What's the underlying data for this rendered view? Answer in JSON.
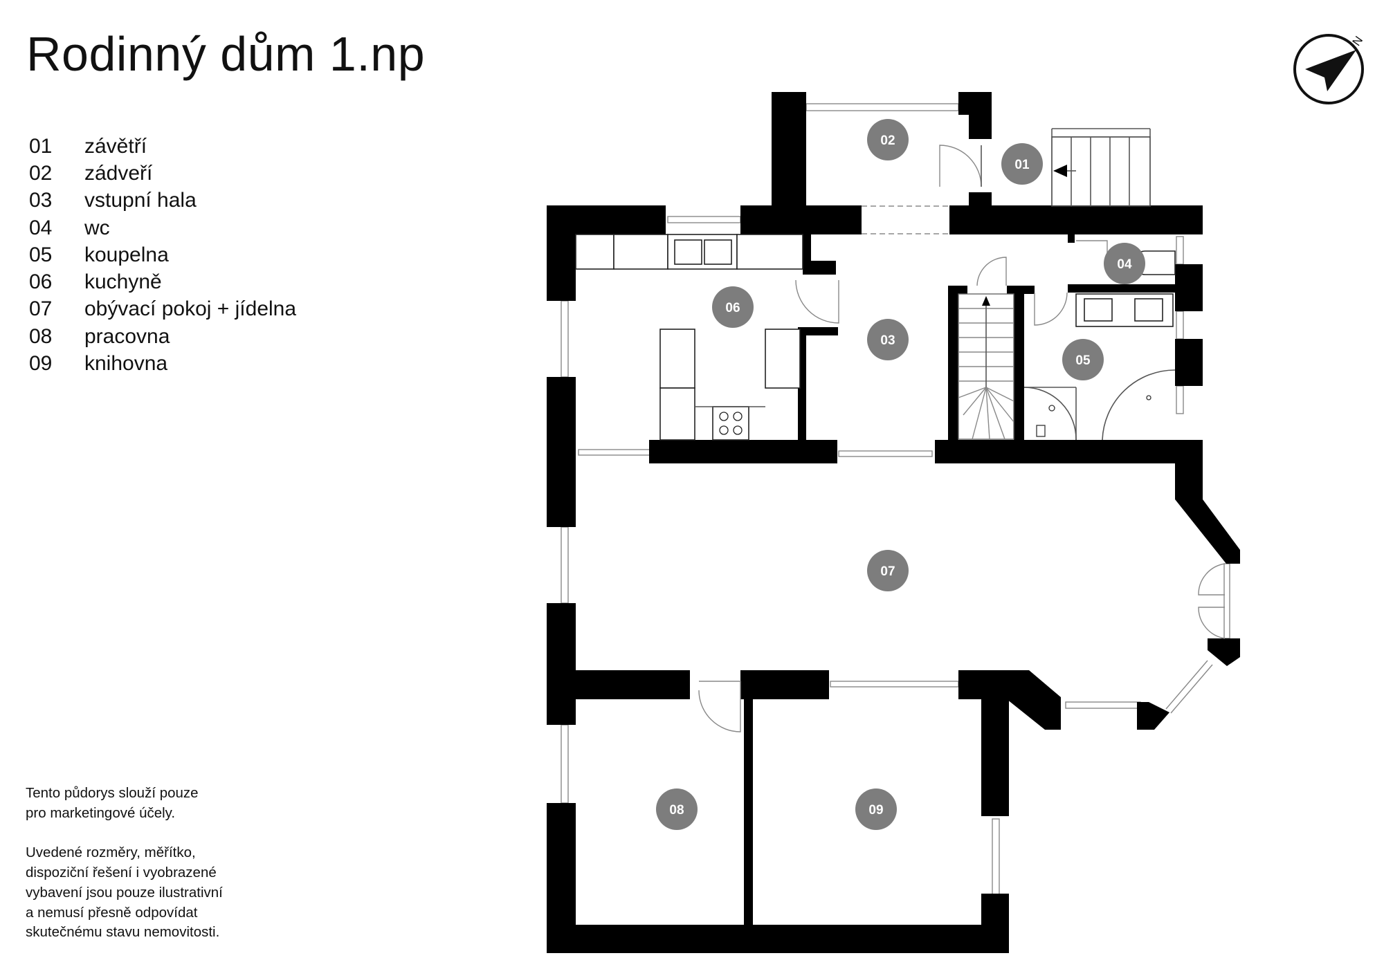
{
  "title": "Rodinný dům 1.np",
  "legend": [
    {
      "num": "01",
      "label": "závětří"
    },
    {
      "num": "02",
      "label": "zádveří"
    },
    {
      "num": "03",
      "label": "vstupní hala"
    },
    {
      "num": "04",
      "label": "wc"
    },
    {
      "num": "05",
      "label": "koupelna"
    },
    {
      "num": "06",
      "label": "kuchyně"
    },
    {
      "num": "07",
      "label": "obývací pokoj + jídelna"
    },
    {
      "num": "08",
      "label": "pracovna"
    },
    {
      "num": "09",
      "label": "knihovna"
    }
  ],
  "disclaimer": [
    "Tento půdorys slouží pouze\npro marketingové účely.",
    "Uvedené rozměry, měřítko,\ndispoziční řešení i vyobrazené\nvybavení jsou pouze ilustrativní\na nemusí přesně odpovídat\nskutečnému stavu nemovitosti."
  ],
  "compass": {
    "letter": "N",
    "icon": "north-arrow-icon"
  },
  "rooms": [
    {
      "label": "01"
    },
    {
      "label": "02"
    },
    {
      "label": "03"
    },
    {
      "label": "04"
    },
    {
      "label": "05"
    },
    {
      "label": "06"
    },
    {
      "label": "07"
    },
    {
      "label": "08"
    },
    {
      "label": "09"
    }
  ],
  "colors": {
    "wall": "#000000",
    "badge": "#7d7d7d",
    "badge_text": "#ffffff"
  }
}
